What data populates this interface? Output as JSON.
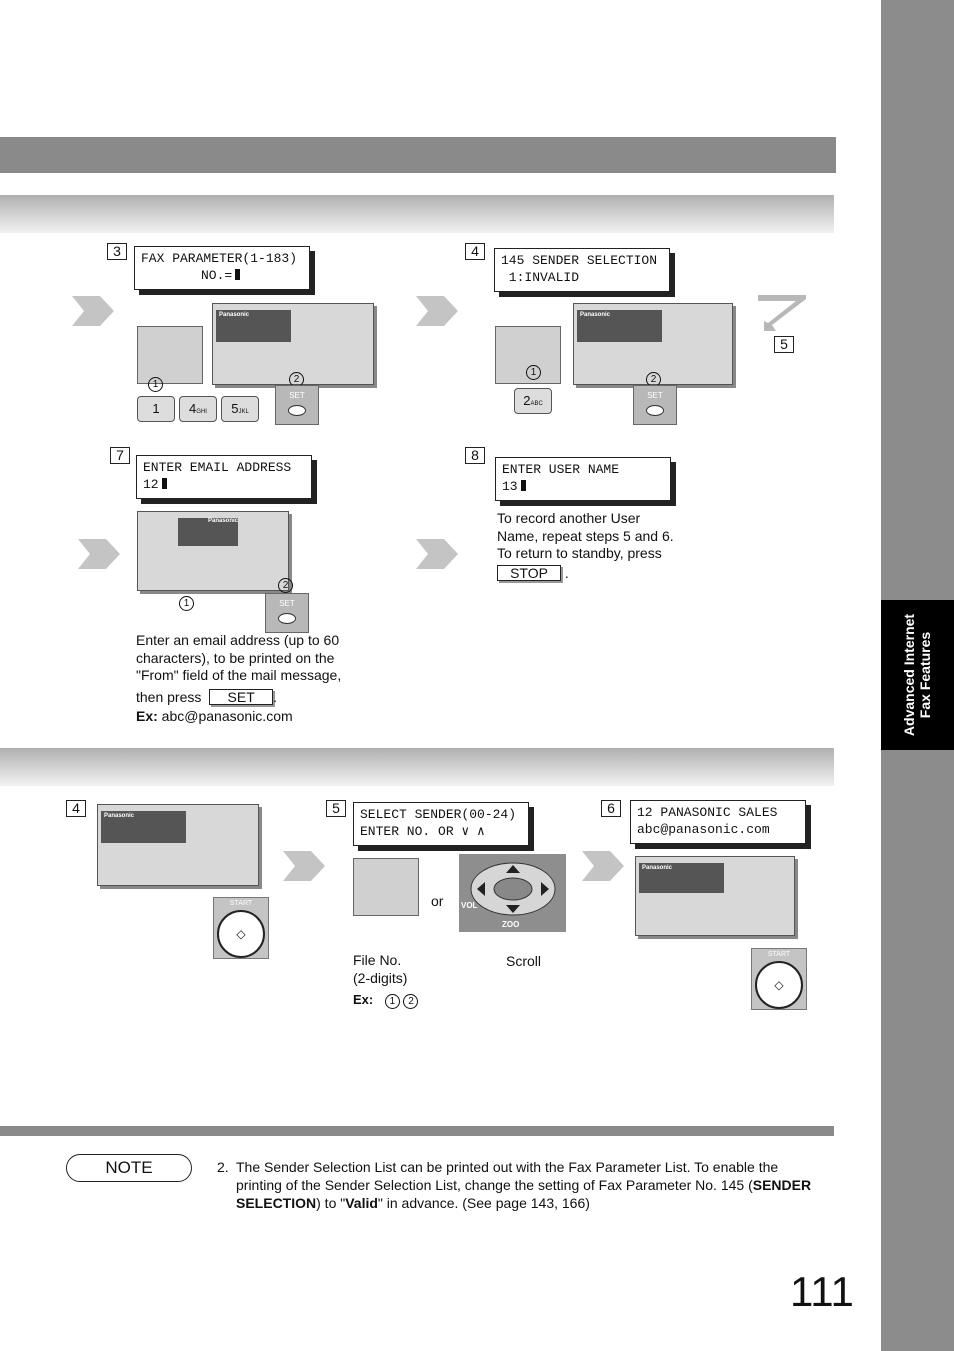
{
  "side_tab": {
    "line1": "Advanced Internet",
    "line2": "Fax Features"
  },
  "steps": {
    "s3": {
      "num": "3",
      "lcd_line1": "FAX PARAMETER(1-183)",
      "lcd_line2": "NO.="
    },
    "s4": {
      "num": "4",
      "lcd_line1": "145 SENDER SELECTION",
      "lcd_line2": " 1:INVALID"
    },
    "s5_arrow": {
      "num": "5"
    },
    "s7": {
      "num": "7",
      "lcd_line1": "ENTER EMAIL ADDRESS",
      "lcd_line2": "12"
    },
    "s8": {
      "num": "8",
      "lcd_line1": "ENTER USER NAME",
      "lcd_line2": "13"
    },
    "b4": {
      "num": "4"
    },
    "b5": {
      "num": "5",
      "lcd_line1": "SELECT SENDER(00-24)",
      "lcd_line2": "ENTER NO. OR ∨ ∧"
    },
    "b6": {
      "num": "6",
      "lcd_line1": "12 PANASONIC SALES",
      "lcd_line2": "abc@panasonic.com"
    }
  },
  "keys": {
    "k1": "1",
    "k4": "4",
    "k4_sub": "GHI",
    "k5": "5",
    "k5_sub": "JKL",
    "k2": "2",
    "k2_sub": "ABC",
    "set": "SET",
    "start": "START",
    "stop": "STOP",
    "vol": "VOL",
    "zoom": "ZOO"
  },
  "markers": {
    "c1": "1",
    "c2": "2"
  },
  "brand": "Panasonic",
  "text": {
    "s8_line1": "To record another User",
    "s8_line2": "Name, repeat steps 5 and 6.",
    "s8_line3": "To return to standby, press",
    "s8_end": ".",
    "s7_line1": "Enter an email address (up to 60",
    "s7_line2": "characters), to be printed on the",
    "s7_line3": "\"From\" field of the mail message,",
    "s7_line4": "then press",
    "s7_end": ".",
    "ex_label": "Ex:",
    "ex_value": " abc@panasonic.com",
    "or": "or",
    "file_no_1": "File No.",
    "file_no_2": "(2-digits)",
    "scroll": "Scroll",
    "ex2_label": "Ex:"
  },
  "note": {
    "label": "NOTE",
    "num": "2.",
    "t1": "The Sender Selection List can be printed out with the Fax Parameter List. To enable the",
    "t2a": "printing of the Sender Selection List, change the setting of Fax Parameter No. 145 (",
    "t2b": "SENDER",
    "t3a": "SELECTION",
    "t3b": ") to \"",
    "t3c": "Valid",
    "t3d": "\" in advance. (See page 143, 166)"
  },
  "page_number": "111"
}
